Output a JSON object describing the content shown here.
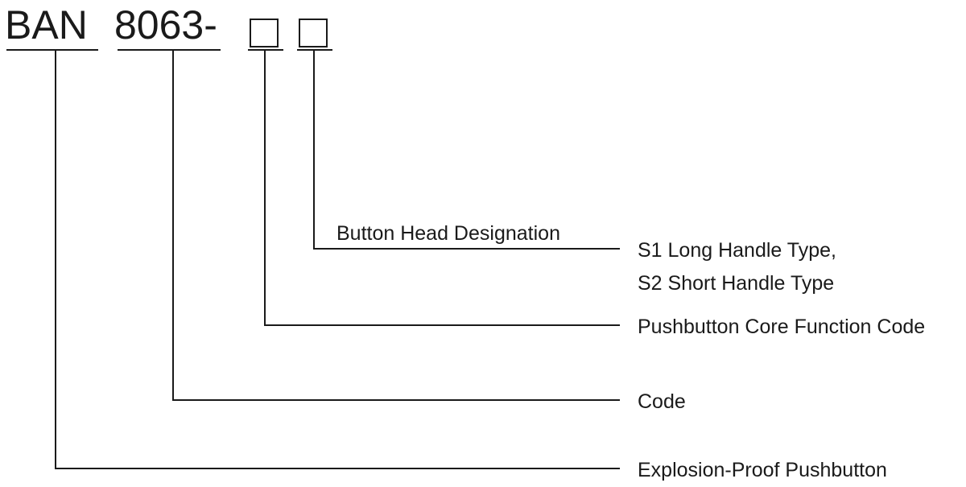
{
  "model_code": {
    "prefix": "BAN",
    "number": "8063-",
    "slot_count": 2
  },
  "labels": {
    "button_head_designation": "Button Head Designation",
    "s1": "S1 Long Handle Type,",
    "s2": "S2 Short Handle Type",
    "core_function_code": "Pushbutton Core Function Code",
    "code": "Code",
    "explosion_proof": "Explosion-Proof Pushbutton"
  }
}
